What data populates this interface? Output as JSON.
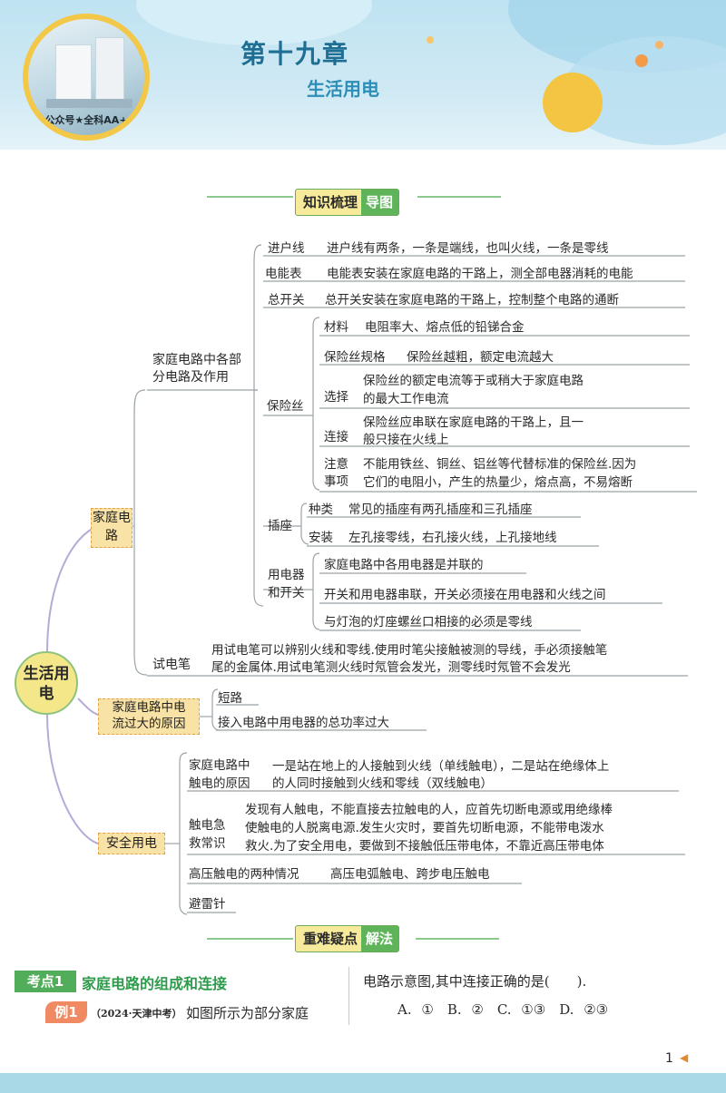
{
  "header": {
    "chapter": "第十九章",
    "subtitle": "生活用电",
    "watermark": "公众号★全科AA+"
  },
  "sections": {
    "mindmap_banner": {
      "main": "知识梳理",
      "accent": "导图"
    },
    "problems_banner": {
      "main": "重难疑点",
      "accent": "解法"
    }
  },
  "mindmap": {
    "root": "生活用电",
    "family_circuit": {
      "label": "家庭电路",
      "parts_label": "家庭电路中各部分电路及作用",
      "entry_wire": {
        "label": "进户线",
        "text": "进户线有两条，一条是端线，也叫火线，一条是零线"
      },
      "meter": {
        "label": "电能表",
        "text": "电能表安装在家庭电路的干路上，测全部电器消耗的电能"
      },
      "main_switch": {
        "label": "总开关",
        "text": "总开关安装在家庭电路的干路上，控制整个电路的通断"
      },
      "fuse": {
        "label": "保险丝",
        "material": {
          "label": "材料",
          "text": "电阻率大、熔点低的铅锑合金"
        },
        "spec": {
          "label": "保险丝规格",
          "text": "保险丝越粗，额定电流越大"
        },
        "choose": {
          "label": "选择",
          "line1": "保险丝的额定电流等于或稍大于家庭电路",
          "line2": "的最大工作电流"
        },
        "connect": {
          "label": "连接",
          "line1": "保险丝应串联在家庭电路的干路上，且一",
          "line2": "般只接在火线上"
        },
        "note": {
          "label1": "注意",
          "label2": "事项",
          "line1": "不能用铁丝、铜丝、铝丝等代替标准的保险丝.因为",
          "line2": "它们的电阻小，产生的热量少，熔点高，不易熔断"
        }
      },
      "socket": {
        "label": "插座",
        "kind": {
          "label": "种类",
          "text": "常见的插座有两孔插座和三孔插座"
        },
        "install": {
          "label": "安装",
          "text": "左孔接零线，右孔接火线，上孔接地线"
        }
      },
      "appliance": {
        "label1": "用电器",
        "label2": "和开关",
        "items": [
          "家庭电路中各用电器是并联的",
          "开关和用电器串联，开关必须接在用电器和火线之间",
          "与灯泡的灯座螺丝口相接的必须是零线"
        ]
      },
      "test_pen": {
        "label": "试电笔",
        "line1": "用试电笔可以辨别火线和零线.使用时笔尖接触被测的导线，手必须接触笔",
        "line2": "尾的金属体.用试电笔测火线时氖管会发光，测零线时氖管不会发光"
      }
    },
    "overcurrent": {
      "label1": "家庭电路中电",
      "label2": "流过大的原因",
      "items": [
        "短路",
        "接入电路中用电器的总功率过大"
      ]
    },
    "safety": {
      "label": "安全用电",
      "shock_cause": {
        "label1": "家庭电路中",
        "label2": "触电的原因",
        "line1": "一是站在地上的人接触到火线（单线触电），二是站在绝缘体上",
        "line2": "的人同时接触到火线和零线（双线触电）"
      },
      "first_aid": {
        "label1": "触电急",
        "label2": "救常识",
        "line1": "发现有人触电，不能直接去拉触电的人，应首先切断电源或用绝缘棒",
        "line2": "使触电的人脱离电源.发生火灾时，要首先切断电源，不能带电泼水",
        "line3": "救火.为了安全用电，要做到不接触低压带电体，不靠近高压带电体"
      },
      "high_voltage": {
        "label": "高压触电的两种情况",
        "text": "高压电弧触电、跨步电压触电"
      },
      "lightning": {
        "label": "避雷针"
      }
    }
  },
  "problems": {
    "point_tag": "考点1",
    "point_title": "家庭电路的组成和连接",
    "example_tag": "例1",
    "example_source": "（2024·天津中考）",
    "example_text": "如图所示为部分家庭",
    "question_text": "电路示意图,其中连接正确的是(　　).",
    "options": "A. ①　B. ②　C. ①③　D. ②③"
  },
  "page_number": "1"
}
